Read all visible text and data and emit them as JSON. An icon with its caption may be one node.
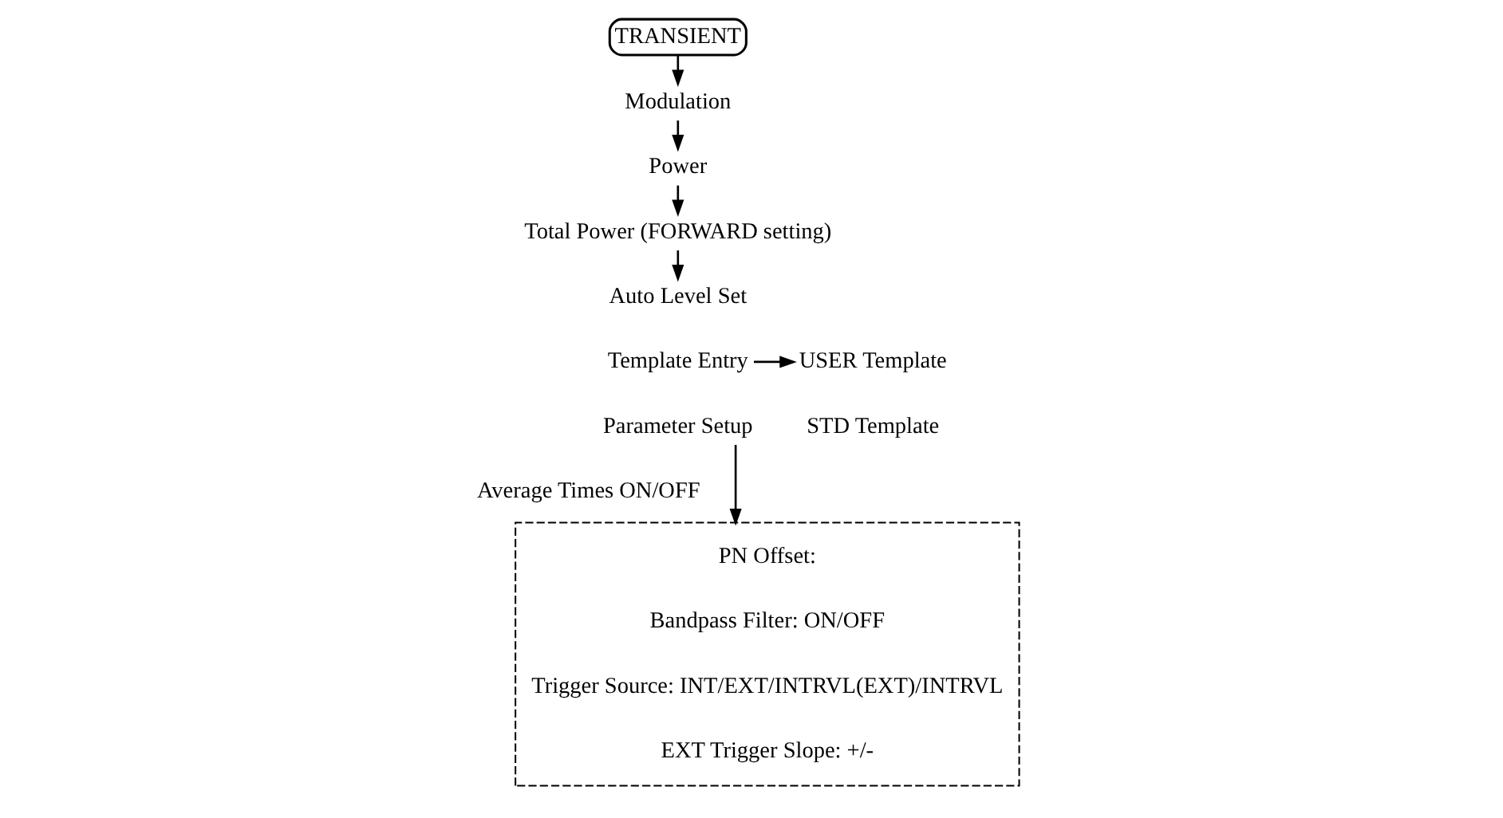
{
  "diagram": {
    "nodes": [
      {
        "text": [
          "TRANSIENT"
        ]
      },
      {
        "text": [
          "Modulation"
        ]
      },
      {
        "text": [
          "Power"
        ]
      },
      {
        "text": [
          "Total Power (FORWARD setting)"
        ]
      },
      {
        "text": [
          "Auto Level Set"
        ]
      },
      {
        "text": [
          "Template Entry"
        ]
      },
      {
        "text": [
          "Parameter Setup"
        ]
      },
      {
        "text": [
          "Average Times ON/OFF"
        ]
      },
      {
        "text": [
          "USER Template"
        ]
      },
      {
        "text": [
          "STD Template"
        ]
      },
      {
        "text": [],
        "shape": "box"
      },
      {
        "text": [
          "PN Offset:"
        ],
        "in": 10
      },
      {
        "text": [
          "Bandpass Filter: ON/OFF"
        ],
        "in": 10
      },
      {
        "text": [
          "Trigger Source: INT/EXT/INTRVL(EXT)/INTRVL"
        ],
        "in": 10
      },
      {
        "text": [
          "EXT Trigger Slope: +/-"
        ],
        "in": 10
      }
    ],
    "edges": [
      {
        "from": 0,
        "to": 1,
        "arrow": "to"
      },
      {
        "from": 1,
        "to": 2,
        "arrow": "to"
      },
      {
        "from": 2,
        "to": 3,
        "arrow": "to"
      },
      {
        "from": 3,
        "to": 4,
        "arrow": "to"
      },
      {
        "from": 5,
        "to": 8,
        "arrow": "to"
      },
      {
        "from": 6,
        "to": 10,
        "arrow": "to"
      }
    ]
  }
}
